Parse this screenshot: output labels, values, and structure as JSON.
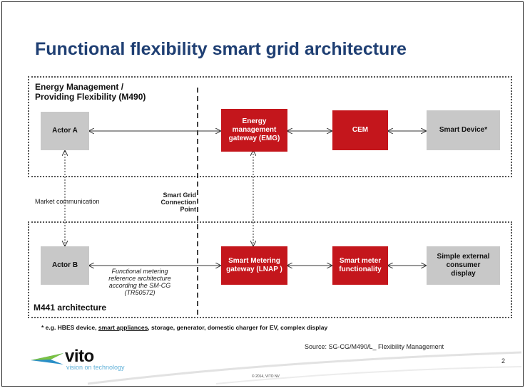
{
  "slide": {
    "title": "Functional flexibility smart grid architecture",
    "top_section_label_line1": "Energy Management /",
    "top_section_label_line2": "Providing Flexibility (M490)",
    "bottom_section_label": "M441 architecture",
    "market_communication": "Market communication",
    "connection_point_line1": "Smart Grid",
    "connection_point_line2": "Connection",
    "connection_point_line3": "Point",
    "boxes": {
      "actor_a": "Actor A",
      "emg_line1": "Energy",
      "emg_line2": "management",
      "emg_line3": "gateway (EMG)",
      "cem": "CEM",
      "smart_device": "Smart Device*",
      "actor_b": "Actor B",
      "lnap_line1": "Smart Metering",
      "lnap_line2": "gateway (LNAP )",
      "smf_line1": "Smart meter",
      "smf_line2": "functionality",
      "display_line1": "Simple external",
      "display_line2": "consumer",
      "display_line3": "display"
    },
    "metering_note_line1": "Functional metering",
    "metering_note_line2": "reference architecture",
    "metering_note_line3": "according the SM-CG",
    "metering_note_line4": "(TR50572)",
    "footnote_prefix": "* e.g. HBES device, ",
    "footnote_underlined": "smart appliances",
    "footnote_suffix": ", storage, generator, domestic charger for EV, complex display",
    "source": "Source:   SG-CG/M490/L_ Flexibility Management",
    "copyright": "© 2014, VITO NV",
    "page_number": "2",
    "logo_word": "vito",
    "logo_tagline": "vision on technology"
  },
  "colors": {
    "title": "#1f3f73",
    "red_box": "#c4161c",
    "grey_box": "#c8c8c8"
  }
}
